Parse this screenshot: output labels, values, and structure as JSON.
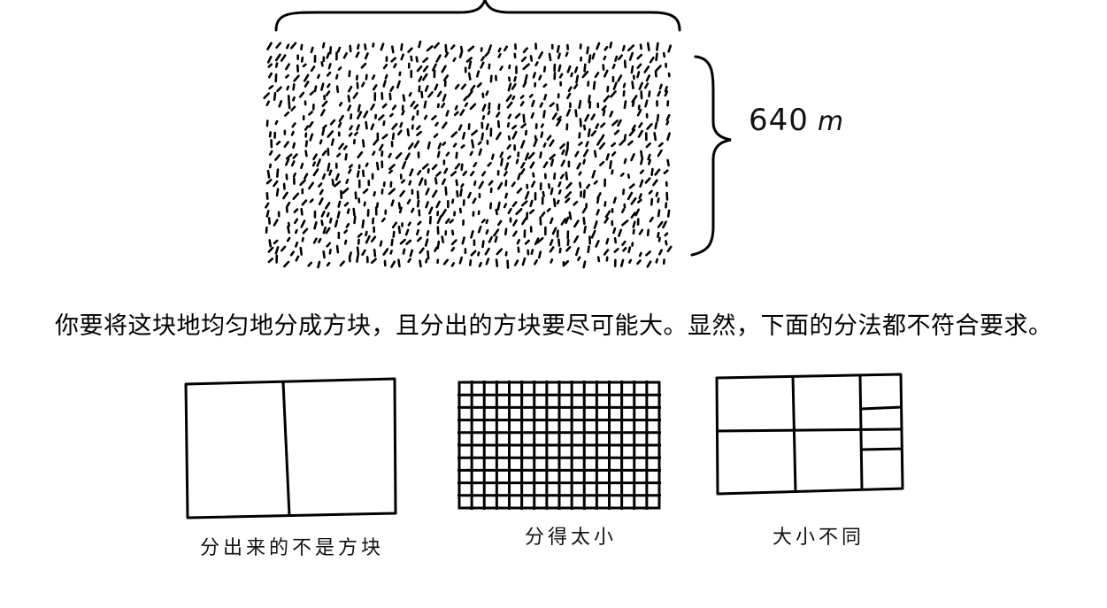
{
  "dimension_label": {
    "value": "640",
    "unit": "m"
  },
  "instruction": "你要将这块地均匀地分成方块，且分出的方块要尽可能大。显然，下面的分法都不符合要求。",
  "examples": [
    {
      "caption": "分出来的不是方块"
    },
    {
      "caption": "分得太小"
    },
    {
      "caption": "大小不同"
    }
  ]
}
